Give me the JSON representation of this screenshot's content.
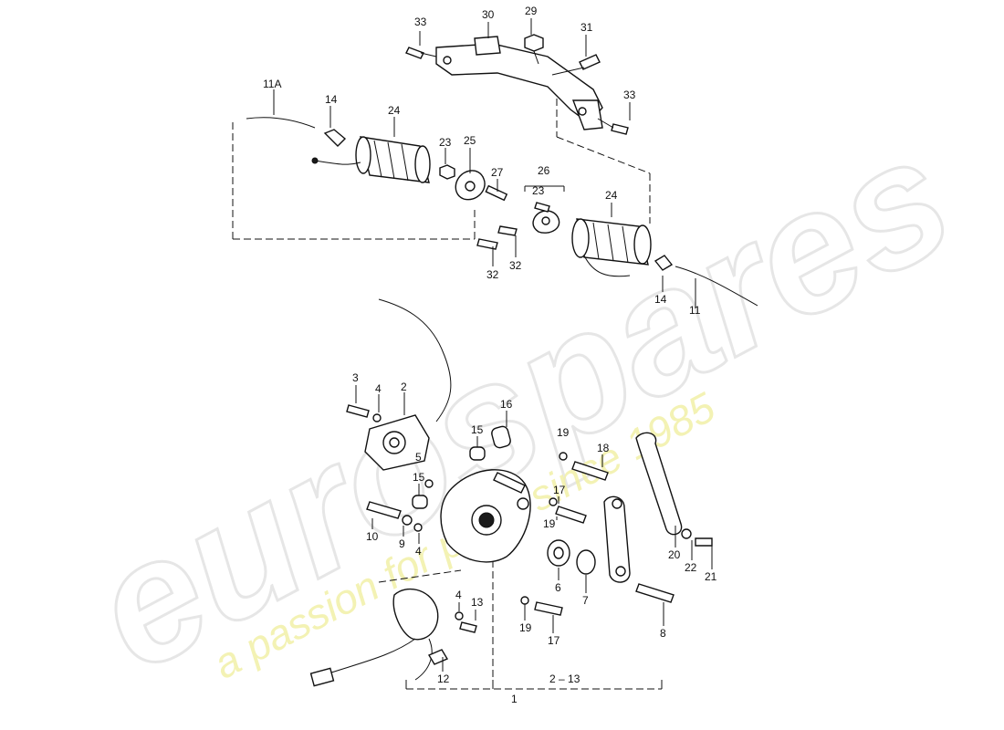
{
  "watermark": {
    "brand": "eurospares",
    "tagline": "a passion for parts since 1985",
    "tagline_color": "#f2f0a8",
    "brand_outline_color": "#e6e6e6"
  },
  "callouts": {
    "c1": "1",
    "c2": "2",
    "c2_13": "2 – 13",
    "c3": "3",
    "c4a": "4",
    "c4b": "4",
    "c4c": "4",
    "c5": "5",
    "c6": "6",
    "c7": "7",
    "c8": "8",
    "c9": "9",
    "c10": "10",
    "c11": "11",
    "c11a": "11A",
    "c12": "12",
    "c13": "13",
    "c14a": "14",
    "c14b": "14",
    "c15a": "15",
    "c15b": "15",
    "c16": "16",
    "c17a": "17",
    "c17b": "17",
    "c18": "18",
    "c19a": "19",
    "c19b": "19",
    "c19c": "19",
    "c20": "20",
    "c21": "21",
    "c22": "22",
    "c23a": "23",
    "c23b": "23",
    "c24a": "24",
    "c24b": "24",
    "c25": "25",
    "c26": "26",
    "c27": "27",
    "c29": "29",
    "c30": "30",
    "c31": "31",
    "c32a": "32",
    "c32b": "32",
    "c33a": "33",
    "c33b": "33"
  }
}
